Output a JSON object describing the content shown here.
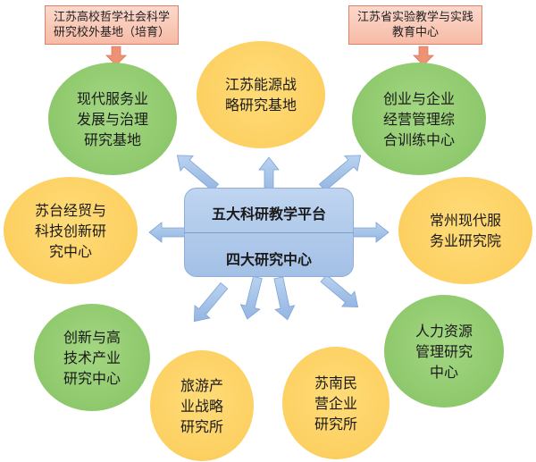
{
  "callouts": [
    {
      "text": "江苏高校哲学社会科学\n研究校外基地（培育）"
    },
    {
      "text": "江苏省实验教学与实践\n教育中心"
    }
  ],
  "center": {
    "top": "五大科研教学平台",
    "bottom": "四大研究中心"
  },
  "nodes": [
    {
      "text": "现代服务业\n发展与治理\n研究基地",
      "color": "green"
    },
    {
      "text": "江苏能源战\n略研究基地",
      "color": "yellow"
    },
    {
      "text": "创业与企业\n经营管理综\n合训练中心",
      "color": "green"
    },
    {
      "text": "苏台经贸与\n科技创新研\n究中心",
      "color": "yellow"
    },
    {
      "text": "常州现代服\n务业研究院",
      "color": "yellow"
    },
    {
      "text": "创新与高\n技术产业\n研究中心",
      "color": "green"
    },
    {
      "text": "人力资源\n管理研究\n中心",
      "color": "green"
    },
    {
      "text": "旅游产\n业战略\n研究所",
      "color": "yellow"
    },
    {
      "text": "苏南民\n营企业\n研究所",
      "color": "yellow"
    }
  ],
  "colors": {
    "green": "#8ec86c",
    "yellow": "#fdd062",
    "arrow": "#9fc0e8",
    "callout_arrow": "#ee9275",
    "center": "#a3c0e6"
  }
}
